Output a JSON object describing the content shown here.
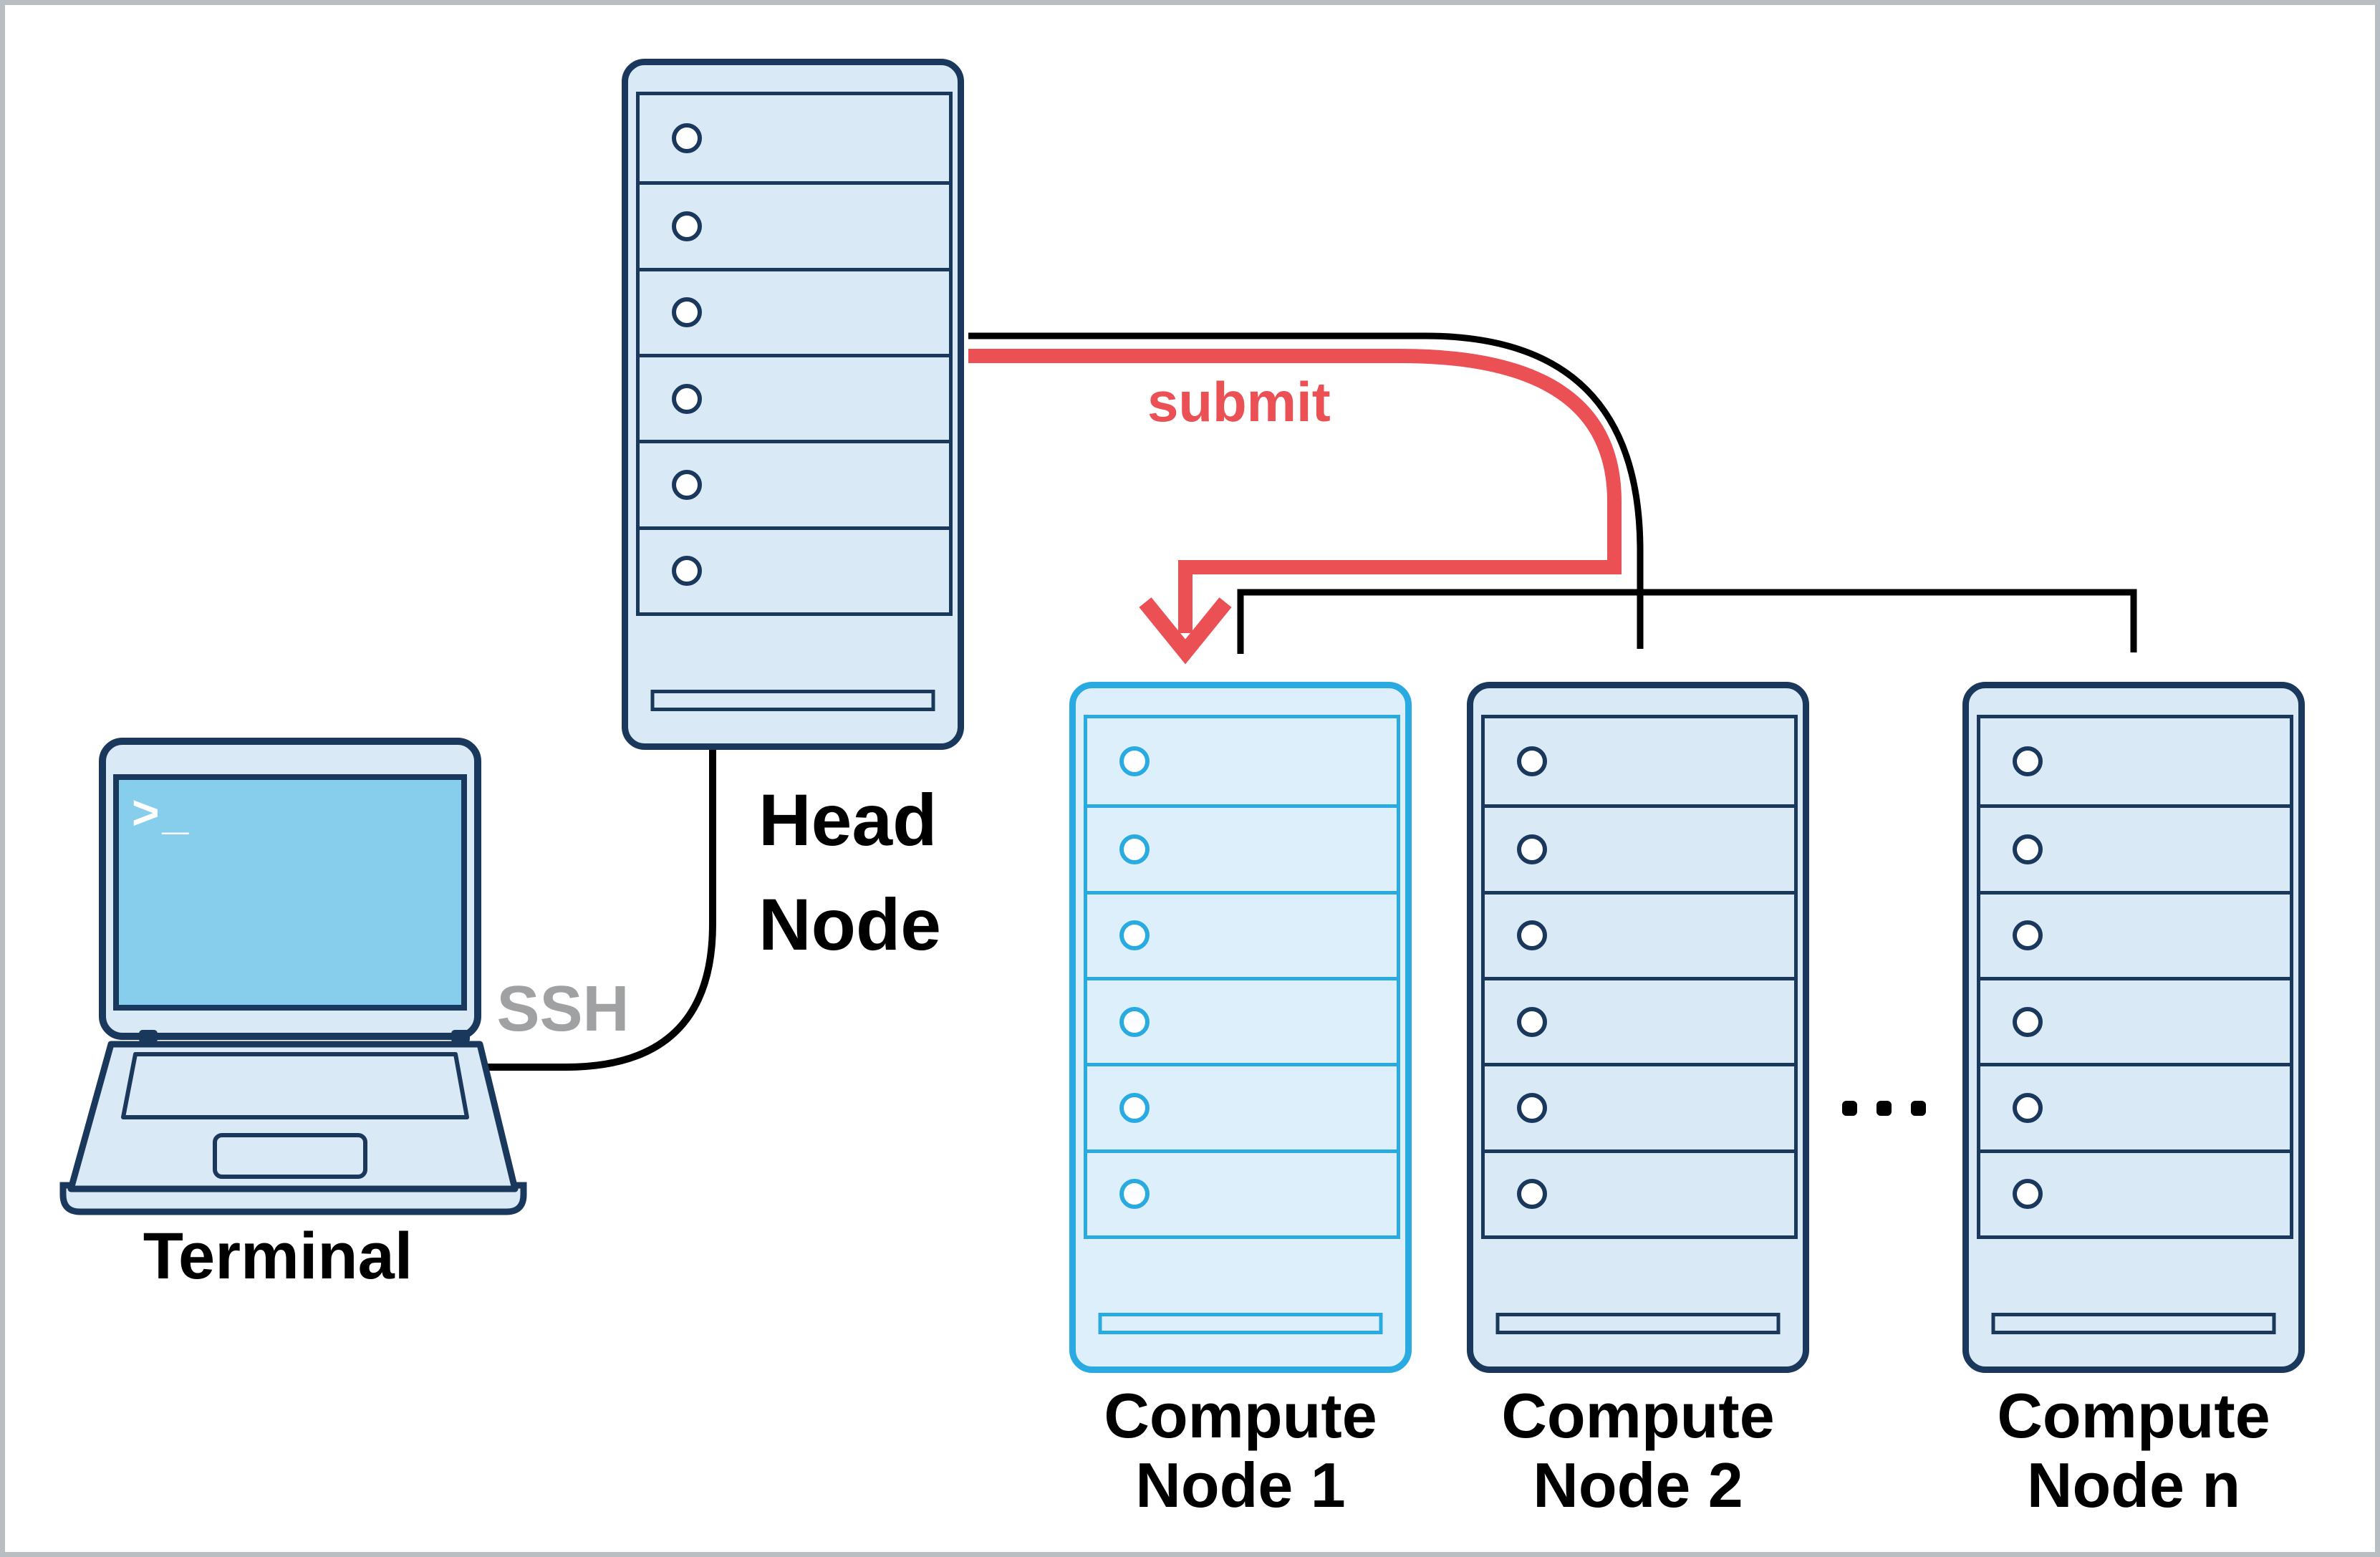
{
  "colors": {
    "navy": "#1a375c",
    "cyan": "#29abe2",
    "red": "#eb5055",
    "fill": "#d9eaf6",
    "fill-bright": "#ddeffa",
    "screen": "#87cdec",
    "gray-text": "#9fa1a3",
    "border": "#b9bec2",
    "line": "#000000"
  },
  "labels": {
    "head_node": {
      "line1": "Head",
      "line2": "Node"
    },
    "terminal": "Terminal",
    "compute_node_1": {
      "line1": "Compute",
      "line2": "Node 1"
    },
    "compute_node_2": {
      "line1": "Compute",
      "line2": "Node 2"
    },
    "compute_node_n": {
      "line1": "Compute",
      "line2": "Node n"
    }
  },
  "edges": {
    "ssh_label": "SSH",
    "submit_label": "submit"
  },
  "icons": {
    "terminal_prompt": ">_",
    "ellipsis": "three-dots",
    "led": "power-led-circle",
    "vent": "drive-bay-slot"
  }
}
